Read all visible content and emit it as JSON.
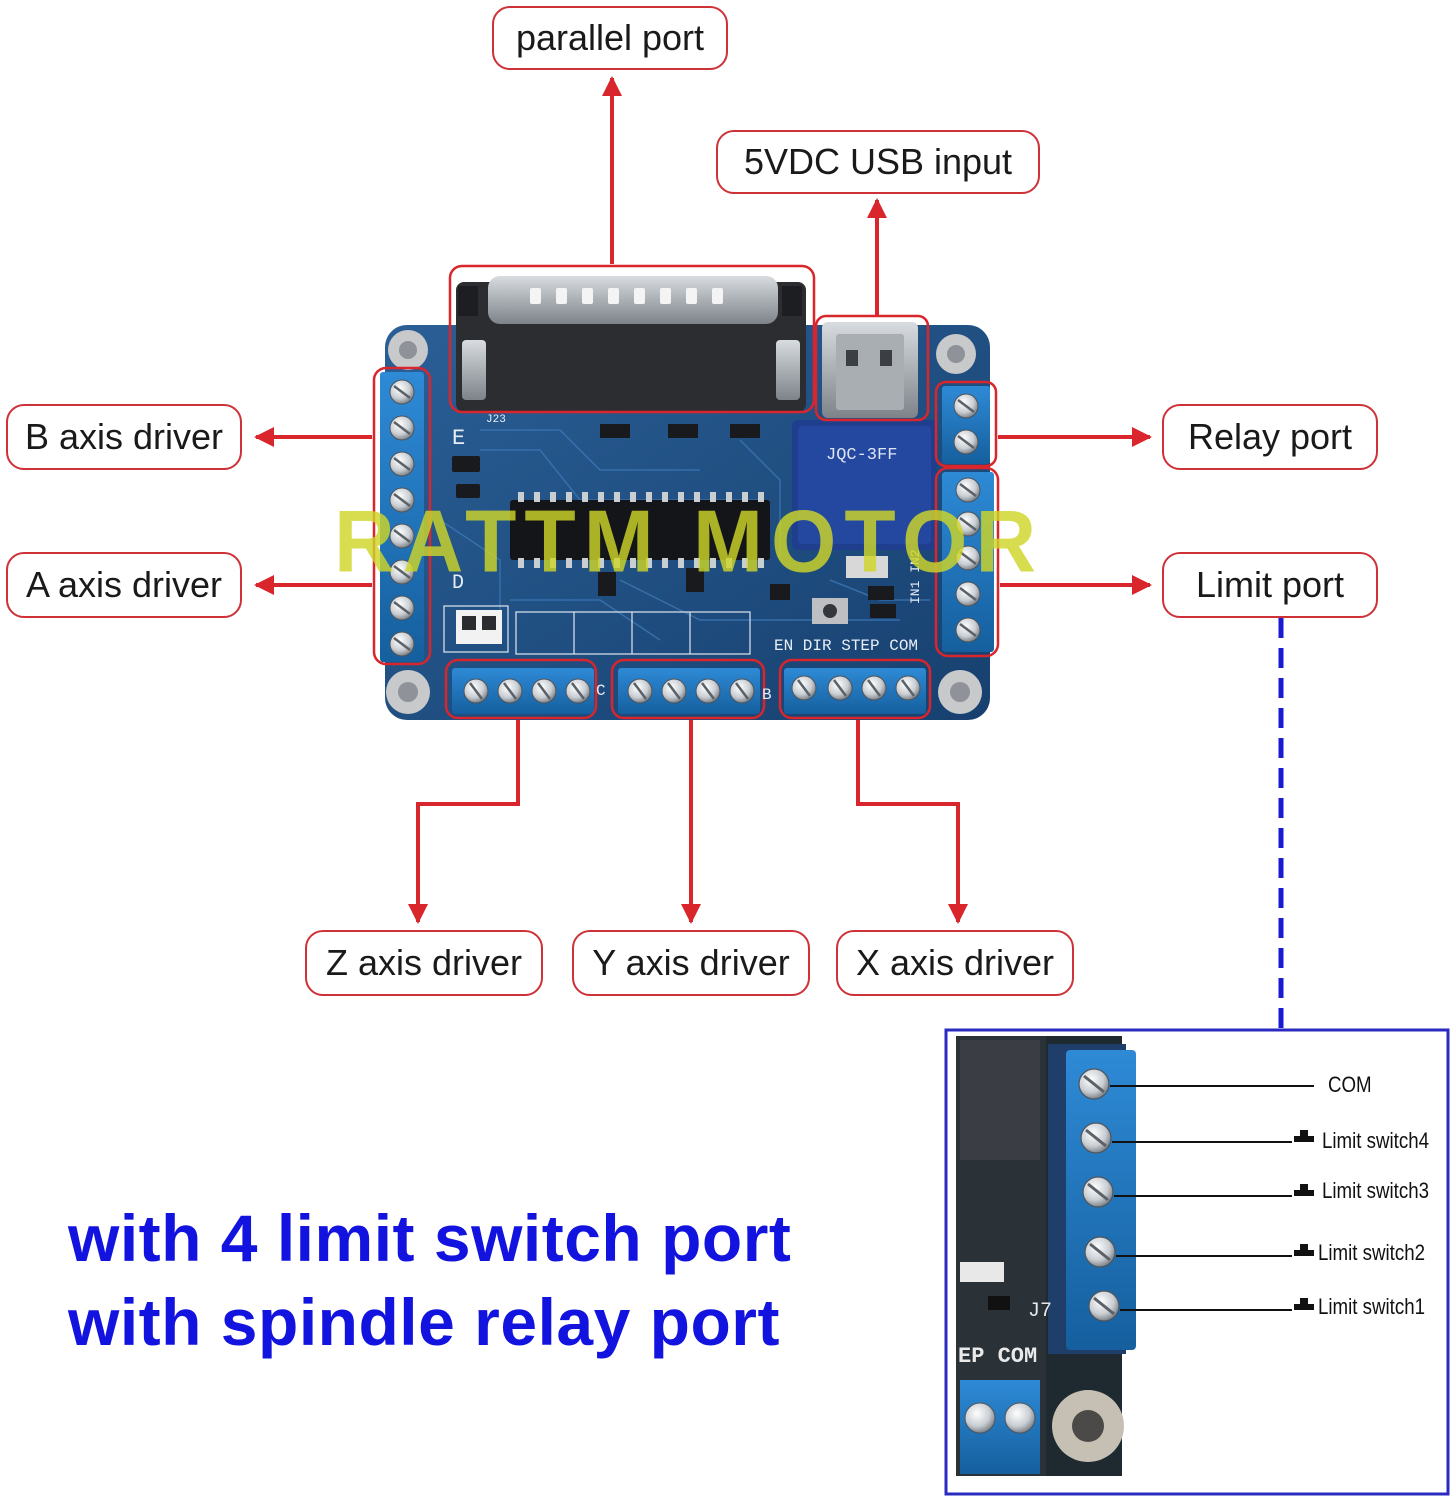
{
  "callouts": {
    "parallel_port": "parallel port",
    "usb_input": "5VDC USB input",
    "b_axis": "B axis driver",
    "a_axis": "A axis driver",
    "relay_port": "Relay port",
    "limit_port": "Limit port",
    "z_axis": "Z axis driver",
    "y_axis": "Y axis driver",
    "x_axis": "X axis driver"
  },
  "features": {
    "line1": "with 4 limit switch port",
    "line2": "with spindle relay port"
  },
  "watermark": "RATTM MOTOR",
  "board_silkscreen": {
    "relay_text": "JQC-3FF",
    "pin_row": "EN DIR STEP COM",
    "label_e": "E",
    "label_d": "D",
    "label_j23": "J23",
    "label_j7": "J7",
    "label_in": "IN1 IN2",
    "label_c": "C",
    "label_b": "B"
  },
  "detail": {
    "pins": [
      "COM",
      "Limit switch4",
      "Limit switch3",
      "Limit switch2",
      "Limit switch1"
    ],
    "corner_text": "EP COM",
    "j7": "J7"
  },
  "colors": {
    "callout_red": "#cf3138",
    "feature_blue": "#1313e0",
    "dashed_blue": "#1a1ad0",
    "pcb_blue": "#1f4f86",
    "terminal_blue": "#1f79c6",
    "watermark": "#ced628"
  }
}
